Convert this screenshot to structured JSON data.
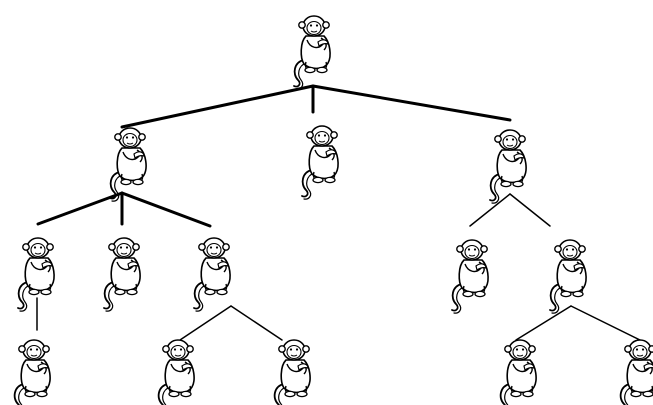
{
  "diagram": {
    "type": "tree",
    "node_icon": "monkey-icon",
    "line_color": "#000000",
    "background": "#ffffff",
    "nodes": [
      {
        "id": "n0",
        "parent": null,
        "level": 0
      },
      {
        "id": "n1",
        "parent": "n0",
        "level": 1
      },
      {
        "id": "n2",
        "parent": "n0",
        "level": 1
      },
      {
        "id": "n3",
        "parent": "n0",
        "level": 1
      },
      {
        "id": "n4",
        "parent": "n1",
        "level": 2
      },
      {
        "id": "n5",
        "parent": "n1",
        "level": 2
      },
      {
        "id": "n6",
        "parent": "n1",
        "level": 2
      },
      {
        "id": "n7",
        "parent": "n3",
        "level": 2
      },
      {
        "id": "n8",
        "parent": "n3",
        "level": 2
      },
      {
        "id": "n9",
        "parent": "n4",
        "level": 3
      },
      {
        "id": "n10",
        "parent": "n6",
        "level": 3
      },
      {
        "id": "n11",
        "parent": "n6",
        "level": 3
      },
      {
        "id": "n12",
        "parent": "n8",
        "level": 3
      },
      {
        "id": "n13",
        "parent": "n8",
        "level": 3
      }
    ]
  }
}
